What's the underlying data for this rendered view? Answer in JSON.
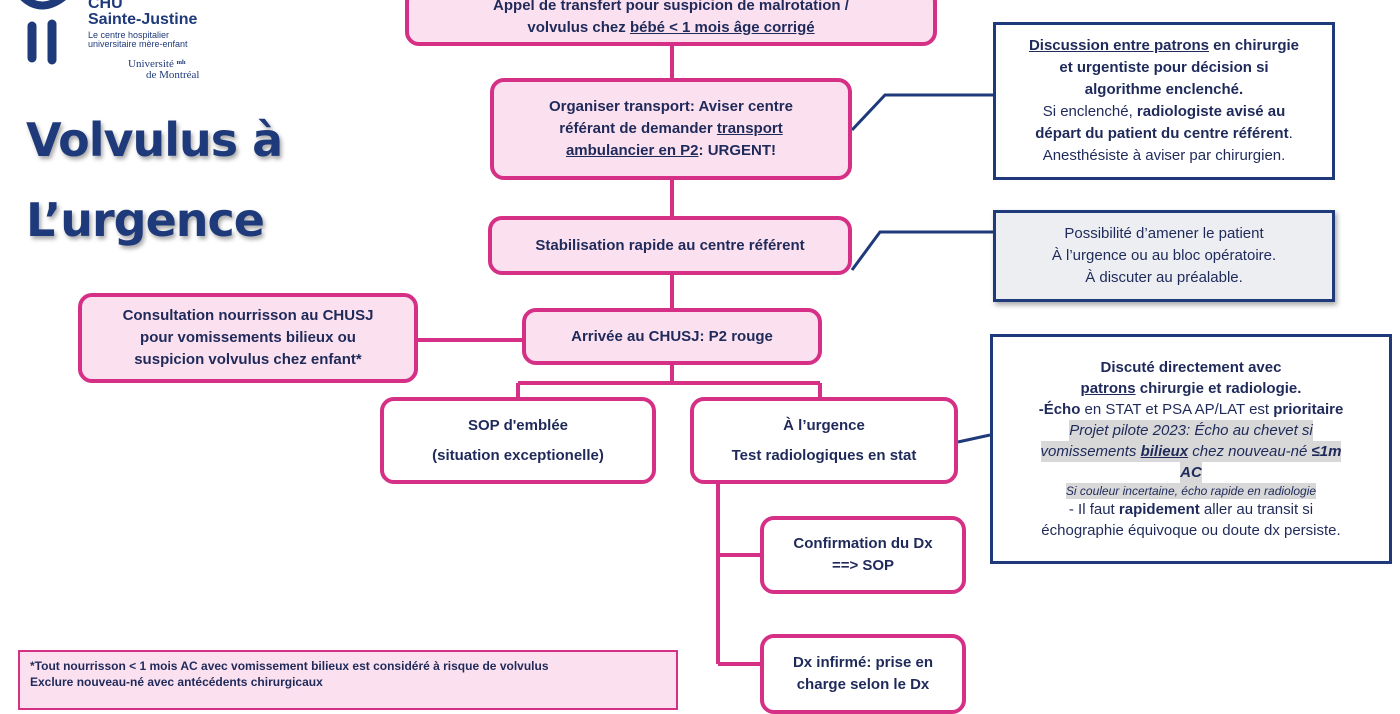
{
  "logo": {
    "line1": "CHU",
    "line2": "Sainte-Justine",
    "line3": "Le centre hospitalier",
    "line4": "universitaire mère-enfant",
    "univ1": "Université",
    "univ2": "de Montréal"
  },
  "title": {
    "line1": "Volvulus à",
    "line2": "L’urgence"
  },
  "top_box": {
    "line1": "Appel de transfert pour suspicion de malrotation /",
    "line2_pre": "volvulus chez ",
    "line2_u": "bébé < 1 mois âge corrigé"
  },
  "transport_box": {
    "line1": "Organiser transport: Aviser centre",
    "line2_pre": "référant de demander ",
    "line2_u": "transport",
    "line3_u": "ambulancier en P2",
    "line3_post": ": URGENT!"
  },
  "stabilisation_box": {
    "text": "Stabilisation rapide au centre référent"
  },
  "arrival_box": {
    "text": "Arrivée au CHUSJ: P2 rouge"
  },
  "consult_box": {
    "line1": "Consultation nourrisson au CHUSJ",
    "line2": "pour vomissements bilieux ou",
    "line3": "suspicion volvulus chez enfant*"
  },
  "sop_box": {
    "line1": "SOP d'emblée",
    "line2": "(situation exceptionelle)"
  },
  "urgence_box": {
    "line1": "À l’urgence",
    "line2": "Test radiologiques en stat"
  },
  "confirm_box": {
    "line1": "Confirmation du Dx",
    "line2": "==> SOP"
  },
  "infirme_box": {
    "line1": "Dx infirmé: prise en",
    "line2": "charge selon le Dx"
  },
  "discussion_note": {
    "l1_u": "Discussion entre patrons",
    "l1_post": " en chirurgie",
    "l2": "et urgentiste pour décision si",
    "l3": "algorithme enclenché.",
    "l4_pre": "Si enclenché, ",
    "l4_b": "radiologiste avisé au",
    "l5": "départ du patient du centre référent",
    "l5_post": ".",
    "l6": "Anesthésiste à aviser par chirurgien."
  },
  "possibilite_note": {
    "l1": "Possibilité d’amener le patient",
    "l2": "À l’urgence ou au bloc opératoire.",
    "l3": "À discuter au préalable."
  },
  "discute_note": {
    "l1": "Discuté directement avec",
    "l2_u": "patrons",
    "l2_post": " chirurgie et radiologie.",
    "l3_b1": "-Écho",
    "l3_mid": " en STAT et PSA AP/LAT est ",
    "l3_b2": "prioritaire",
    "l4": "Projet pilote 2023: Écho au chevet si",
    "l5_pre": "vomissements ",
    "l5_bu": "bilieux",
    "l5_mid": " chez nouveau-né ",
    "l5_b": "≤1m",
    "l6": "AC",
    "l7": "Si couleur incertaine, écho rapide en radiologie",
    "l8_pre": "- Il faut ",
    "l8_b": "rapidement",
    "l8_post": " aller au transit si",
    "l9": "échographie équivoque ou doute dx persiste."
  },
  "footnote": {
    "l1": "*Tout nourrisson < 1 mois AC avec vomissement bilieux est considéré à risque de volvulus",
    "l2": "Exclure nouveau-né avec antécédents chirurgicaux"
  },
  "colors": {
    "pink": "#d62f86",
    "pink_fill": "#fbe1ef",
    "navy": "#1f3a7a"
  }
}
